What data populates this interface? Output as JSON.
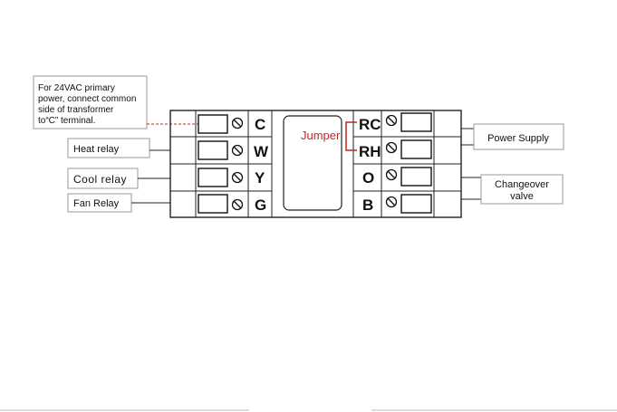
{
  "note": {
    "lines": [
      "For 24VAC primary",
      "power, connect common",
      "side of transformer",
      "to“C” terminal."
    ]
  },
  "left_labels": {
    "heat": "Heat relay",
    "cool": "Cool relay",
    "fan": "Fan Relay"
  },
  "right_labels": {
    "power": "Power Supply",
    "changeover_line1": "Changeover",
    "changeover_line2": "valve"
  },
  "terminals_left": [
    "C",
    "W",
    "Y",
    "G"
  ],
  "terminals_right": [
    "RC",
    "RH",
    "O",
    "B"
  ],
  "jumper_label": "Jumper",
  "colors": {
    "jumper": "#cc2222",
    "line": "#222222",
    "label_border": "#9a9a9a"
  }
}
